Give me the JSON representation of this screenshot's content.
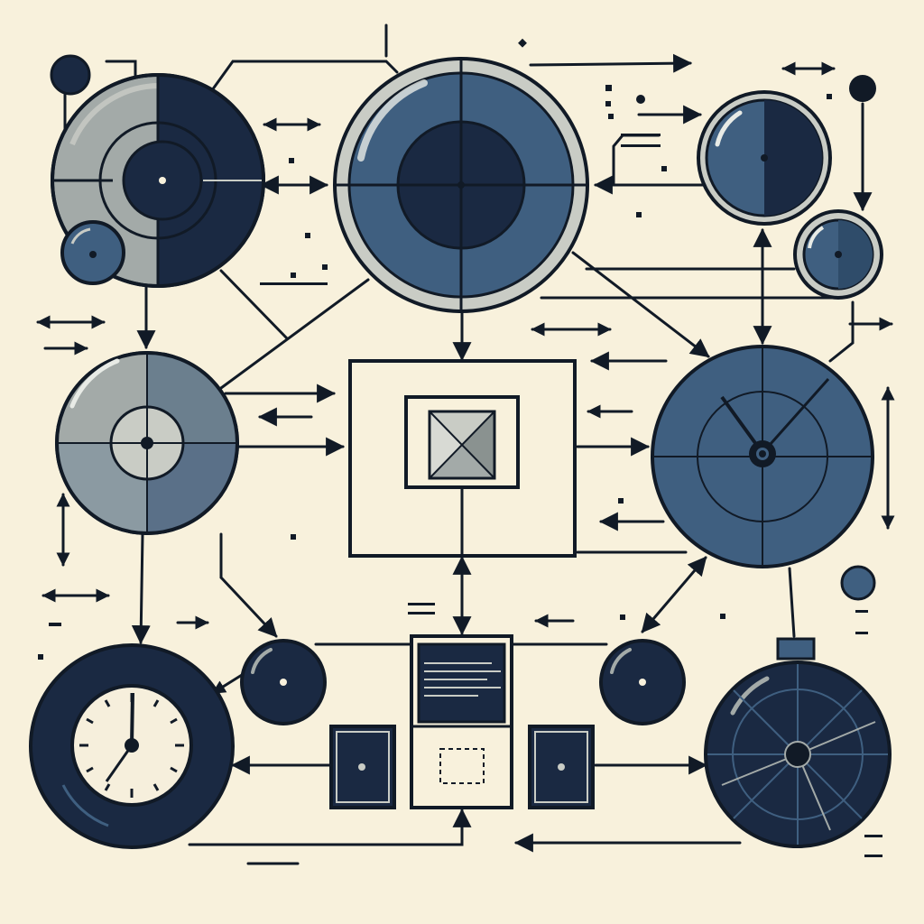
{
  "palette": {
    "background": "#f8f1dc",
    "ink": "#111a26",
    "navy": "#1a2942",
    "steel_blue": "#3f5f80",
    "slate_gray": "#a3aaa8",
    "light_gray": "#c9ccc5",
    "clock_face": "#f6efdc"
  },
  "diagram": {
    "nodes": [
      {
        "name": "split-disc-top-left",
        "shape": "half-disc"
      },
      {
        "name": "large-lens-top-center",
        "shape": "lens"
      },
      {
        "name": "small-lens-top-right",
        "shape": "lens"
      },
      {
        "name": "tiny-lens-right",
        "shape": "lens"
      },
      {
        "name": "segmented-disc-left",
        "shape": "segmented-disc"
      },
      {
        "name": "central-processor-box",
        "shape": "square-chip"
      },
      {
        "name": "crosshair-dial-right",
        "shape": "dial"
      },
      {
        "name": "clock-disc-bottom-left",
        "shape": "clock"
      },
      {
        "name": "orb-bottom-center-left",
        "shape": "orb"
      },
      {
        "name": "orb-bottom-center-right",
        "shape": "orb"
      },
      {
        "name": "monitor-module-bottom",
        "shape": "monitor"
      },
      {
        "name": "small-module-left",
        "shape": "module"
      },
      {
        "name": "small-module-right",
        "shape": "module"
      },
      {
        "name": "gauge-disc-bottom-right",
        "shape": "gauge"
      }
    ],
    "icons": [
      "node-dot-icon",
      "arrow-icon",
      "double-arrow-icon",
      "clock-icon"
    ]
  }
}
